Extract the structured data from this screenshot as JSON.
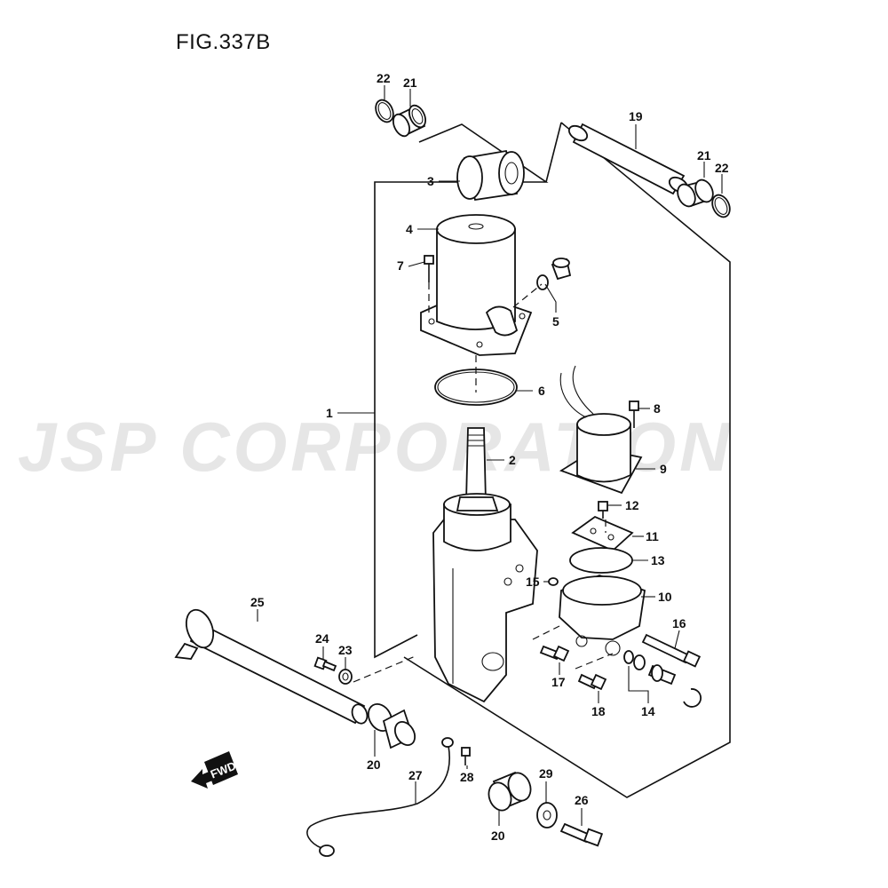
{
  "figure": {
    "title": "FIG.337B"
  },
  "watermark": {
    "text": "JSP CORPORATION"
  },
  "direction_badge": {
    "text": "FWD"
  },
  "callouts": [
    {
      "id": "c22a",
      "label": "22"
    },
    {
      "id": "c21a",
      "label": "21"
    },
    {
      "id": "c19",
      "label": "19"
    },
    {
      "id": "c21b",
      "label": "21"
    },
    {
      "id": "c22b",
      "label": "22"
    },
    {
      "id": "c3",
      "label": "3"
    },
    {
      "id": "c4",
      "label": "4"
    },
    {
      "id": "c7",
      "label": "7"
    },
    {
      "id": "c5",
      "label": "5"
    },
    {
      "id": "c6",
      "label": "6"
    },
    {
      "id": "c1",
      "label": "1"
    },
    {
      "id": "c8",
      "label": "8"
    },
    {
      "id": "c2",
      "label": "2"
    },
    {
      "id": "c9",
      "label": "9"
    },
    {
      "id": "c12",
      "label": "12"
    },
    {
      "id": "c11",
      "label": "11"
    },
    {
      "id": "c13",
      "label": "13"
    },
    {
      "id": "c15",
      "label": "15"
    },
    {
      "id": "c10",
      "label": "10"
    },
    {
      "id": "c25",
      "label": "25"
    },
    {
      "id": "c16",
      "label": "16"
    },
    {
      "id": "c24",
      "label": "24"
    },
    {
      "id": "c23",
      "label": "23"
    },
    {
      "id": "c17",
      "label": "17"
    },
    {
      "id": "c18",
      "label": "18"
    },
    {
      "id": "c14",
      "label": "14"
    },
    {
      "id": "c20a",
      "label": "20"
    },
    {
      "id": "c27",
      "label": "27"
    },
    {
      "id": "c28",
      "label": "28"
    },
    {
      "id": "c29",
      "label": "29"
    },
    {
      "id": "c26",
      "label": "26"
    },
    {
      "id": "c20b",
      "label": "20"
    }
  ]
}
